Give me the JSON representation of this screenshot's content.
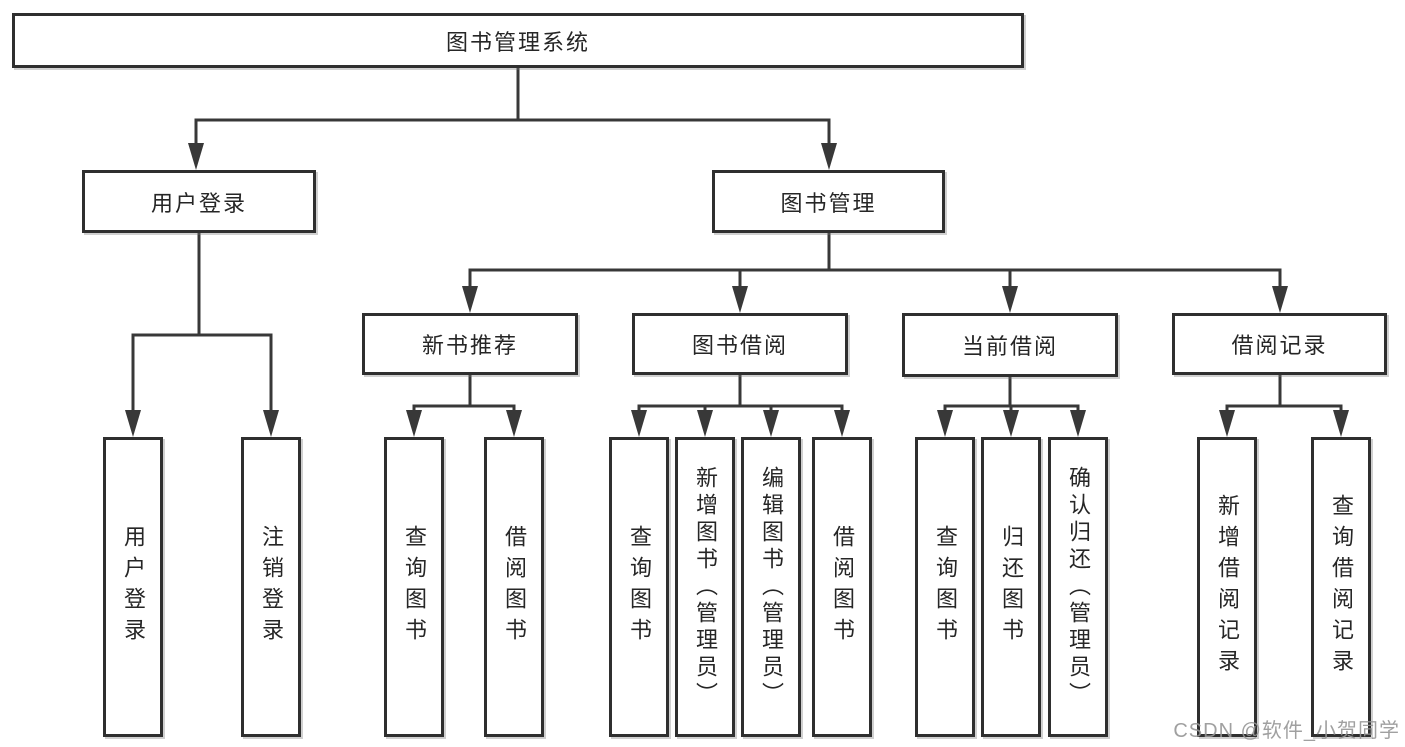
{
  "diagram": {
    "title_note": "library management system functional structure diagram",
    "root": {
      "label": "图书管理系统"
    },
    "level2": [
      {
        "label": "用户登录"
      },
      {
        "label": "图书管理"
      }
    ],
    "level3": [
      {
        "label": "新书推荐"
      },
      {
        "label": "图书借阅"
      },
      {
        "label": "当前借阅"
      },
      {
        "label": "借阅记录"
      }
    ],
    "leaves": [
      {
        "label": "用户登录"
      },
      {
        "label": "注销登录"
      },
      {
        "label": "查询图书"
      },
      {
        "label": "借阅图书"
      },
      {
        "label": "查询图书"
      },
      {
        "label": "新增图书（管理员）"
      },
      {
        "label": "编辑图书（管理员）"
      },
      {
        "label": "借阅图书"
      },
      {
        "label": "查询图书"
      },
      {
        "label": "归还图书"
      },
      {
        "label": "确认归还（管理员）"
      },
      {
        "label": "新增借阅记录"
      },
      {
        "label": "查询借阅记录"
      }
    ],
    "watermark": "CSDN @软件_小贺同学",
    "colors": {
      "line": "#383838",
      "border": "#2f2f2f",
      "text": "#262626",
      "watermark": "#969696",
      "background": "#ffffff"
    }
  }
}
